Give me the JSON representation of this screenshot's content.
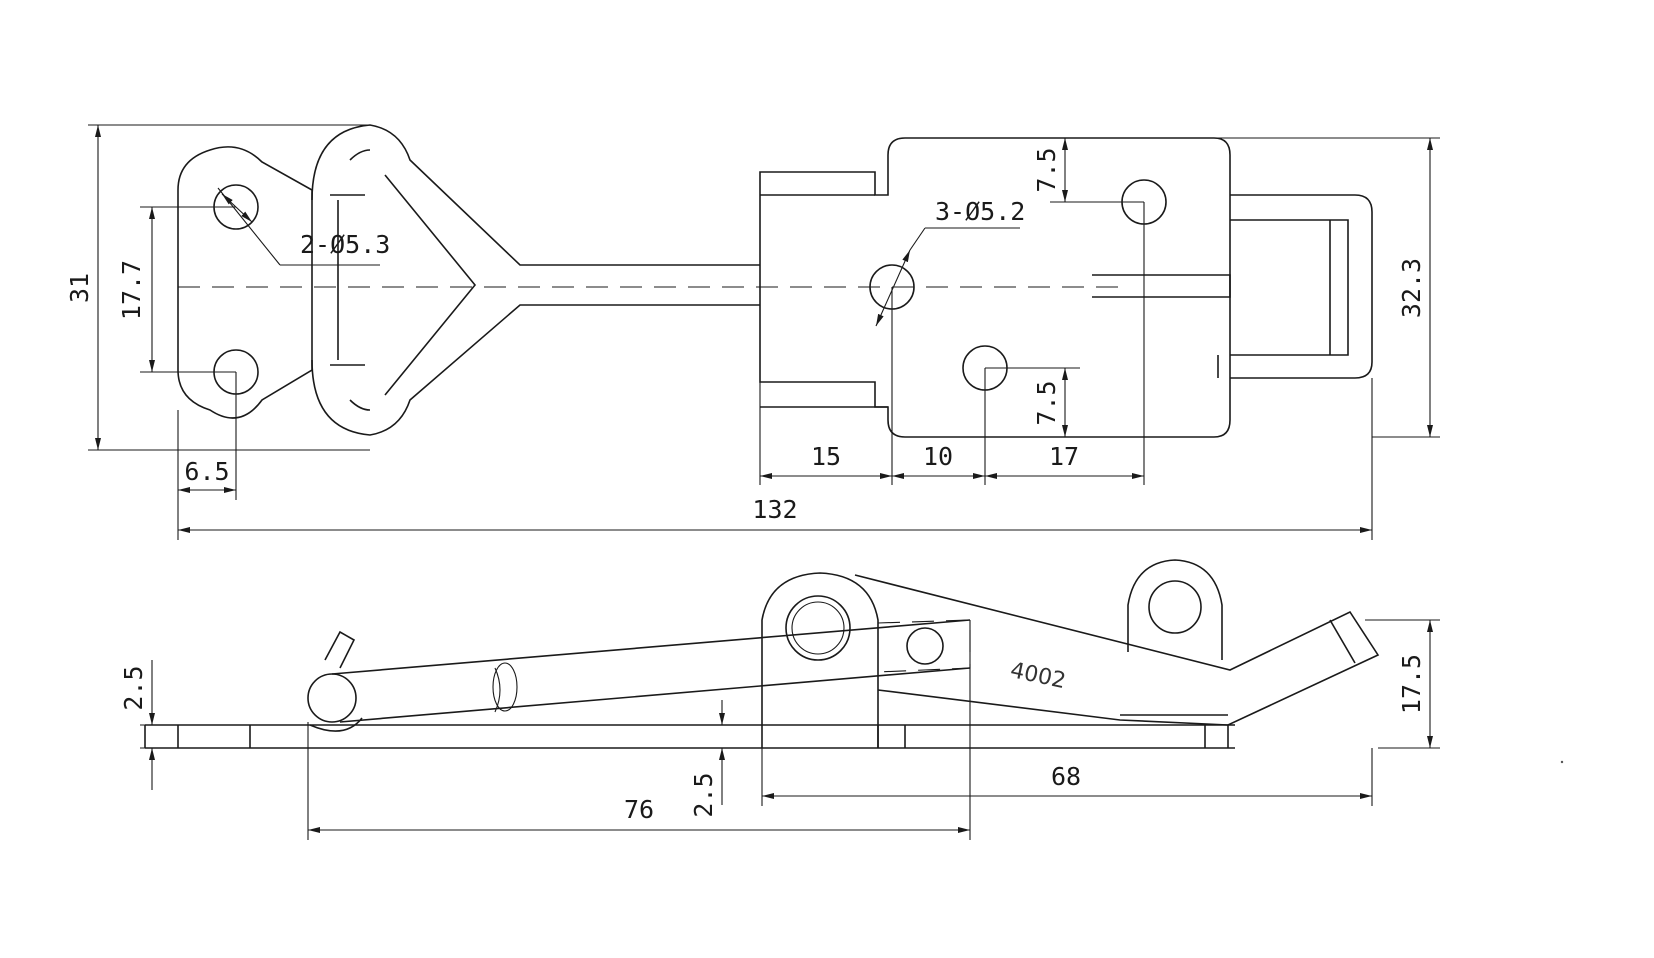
{
  "dimensions": {
    "top_height_left": "31",
    "hole_spacing": "17.7",
    "hole_left_label": "2-Ø5.3",
    "hole_offset_left": "6.5",
    "holes_right_label": "3-Ø5.2",
    "top_gap_upper": "7.5",
    "top_gap_lower": "7.5",
    "height_right": "32.3",
    "seg_15": "15",
    "seg_10": "10",
    "seg_17": "17",
    "overall_length": "132",
    "side_plate_left": "2.5",
    "side_plate_mid": "2.5",
    "side_height_right": "17.5",
    "side_len_76": "76",
    "side_len_68": "68"
  },
  "part_mark": "4002"
}
